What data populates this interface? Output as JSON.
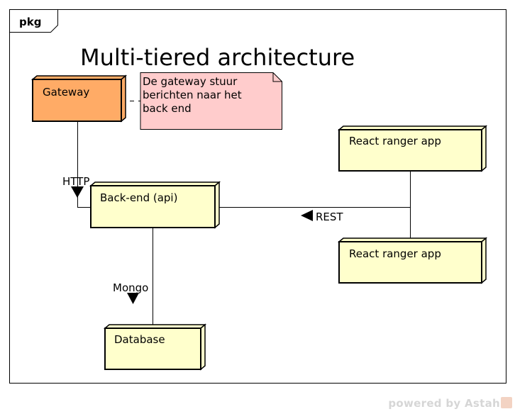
{
  "diagram": {
    "package_tab": "pkg",
    "title": "Multi-tiered architecture",
    "nodes": {
      "gateway": "Gateway",
      "backend": "Back-end (api)",
      "database": "Database",
      "react1": "React ranger app",
      "react2": "React ranger app"
    },
    "note": {
      "lines": [
        "De gateway stuur",
        "berichten naar het",
        "back end"
      ]
    },
    "edges": {
      "http": "HTTP",
      "rest": "REST",
      "mongo": "Mongo"
    },
    "colors": {
      "gateway_fill": "#ffab66",
      "node_fill": "#ffffcc",
      "note_fill": "#ffcccc",
      "stroke": "#000000"
    }
  },
  "footer": {
    "text": "powered by Astah"
  }
}
